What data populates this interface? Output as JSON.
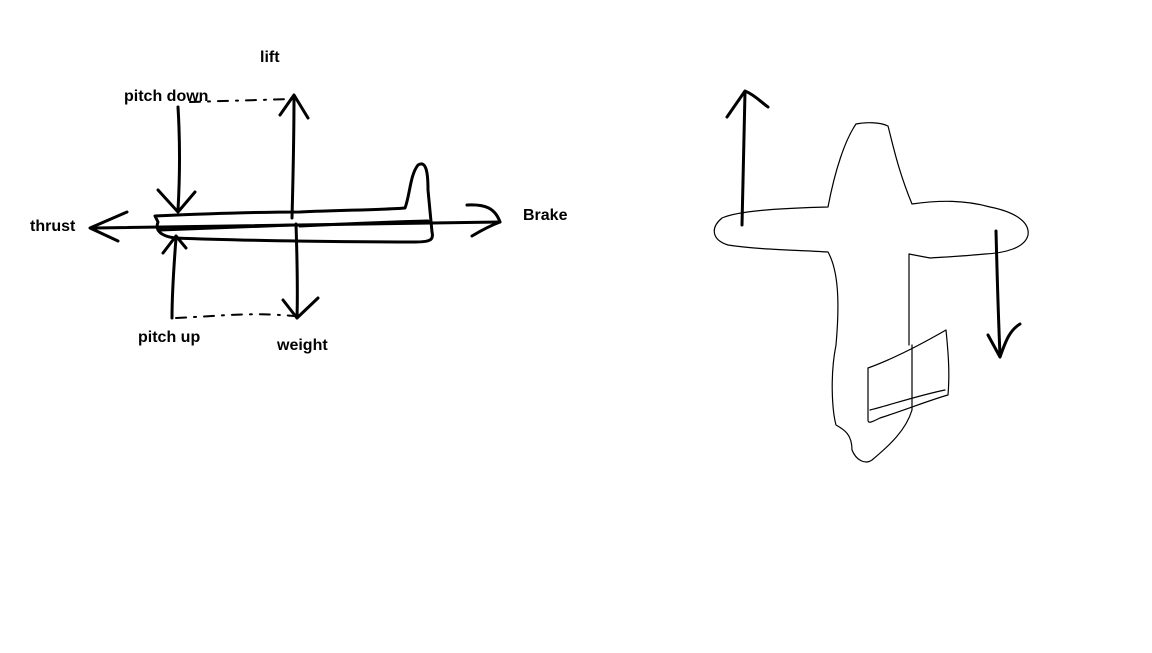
{
  "labels": {
    "lift": "lift",
    "pitch_down": "pitch down",
    "thrust": "thrust",
    "brake": "Brake",
    "pitch_up": "pitch up",
    "weight": "weight"
  },
  "colors": {
    "background": "#ffffff",
    "ink": "#000000"
  }
}
